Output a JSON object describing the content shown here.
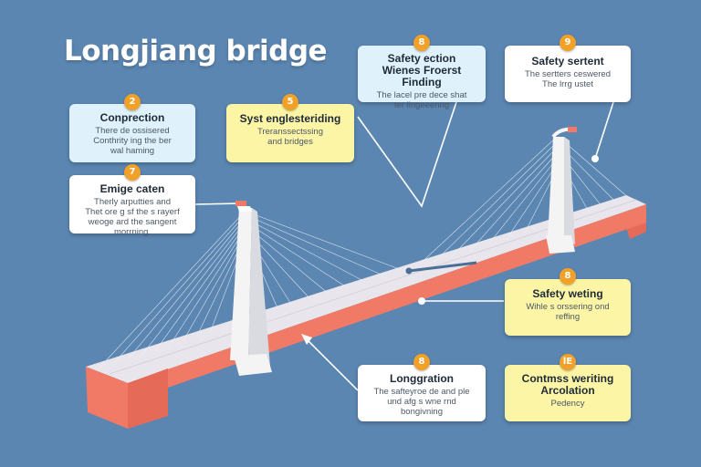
{
  "title": "Longjiang bridge",
  "cards": [
    {
      "id": "c1",
      "badge": "2",
      "title": "Conprection",
      "body": [
        "There de ossisered",
        "Conthrity ing the ber",
        "wal haming"
      ]
    },
    {
      "id": "c2",
      "badge": "7",
      "title": "Emige caten",
      "body": [
        "Therly arputties and",
        "Thet ore g sf the s rayerf",
        "weoge ard the sangent",
        "morrning."
      ]
    },
    {
      "id": "c3",
      "badge": "5",
      "title": "Syst englesteriding",
      "body": [
        "Treranssectssing",
        "and bridges"
      ]
    },
    {
      "id": "c4",
      "badge": "8",
      "title": "Safety ection",
      "title2": "Wienes Froerst Finding",
      "body": [
        "The lacel pre dece shat",
        "ter lingeeenng"
      ]
    },
    {
      "id": "c5",
      "badge": "9",
      "title": "Safety sertent",
      "body": [
        "The sertters ceswered",
        "The lrrg ustet"
      ]
    },
    {
      "id": "c6",
      "badge": "8",
      "title": "Safety weting",
      "body": [
        "Wihle s orssering ond",
        "reffing"
      ]
    },
    {
      "id": "c7",
      "badge": "8",
      "title": "Longgration",
      "body": [
        "The safteyroe de and ple",
        "und afg s wne rnd",
        "bongivning"
      ]
    },
    {
      "id": "c8",
      "badge": "lE",
      "title": "Contmss weriting",
      "title2": "Arcolation",
      "body": [
        "Pedency"
      ]
    }
  ],
  "colors": {
    "background": "#5b86b1",
    "deck_top": "#e8e6ec",
    "deck_side": "#f07a66",
    "pylon": "#f4f4f4",
    "badge": "#f2a128",
    "card_blue": "#dff1fb",
    "card_white": "#ffffff",
    "card_yellow": "#fdf5a6"
  }
}
